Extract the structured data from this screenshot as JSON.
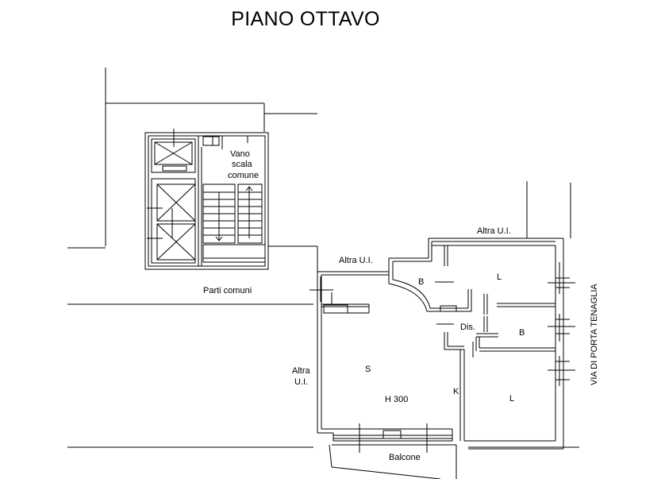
{
  "title": "PIANO OTTAVO",
  "labels": {
    "stair_line1": "Vano",
    "stair_line2": "scala",
    "stair_line3": "comune",
    "parti_comuni": "Parti comuni",
    "altra_ui_top": "Altra U.I.",
    "altra_ui_mid": "Altra U.I.",
    "altra_left_line1": "Altra",
    "altra_left_line2": "U.I.",
    "bath1": "B",
    "bed1": "L",
    "dis": "Dis.",
    "bath2": "B",
    "living": "S",
    "height": "H 300",
    "kitchen": "K",
    "bed2": "L",
    "balcone": "Balcone",
    "street": "VIA DI PORTA TENAGLIA"
  }
}
